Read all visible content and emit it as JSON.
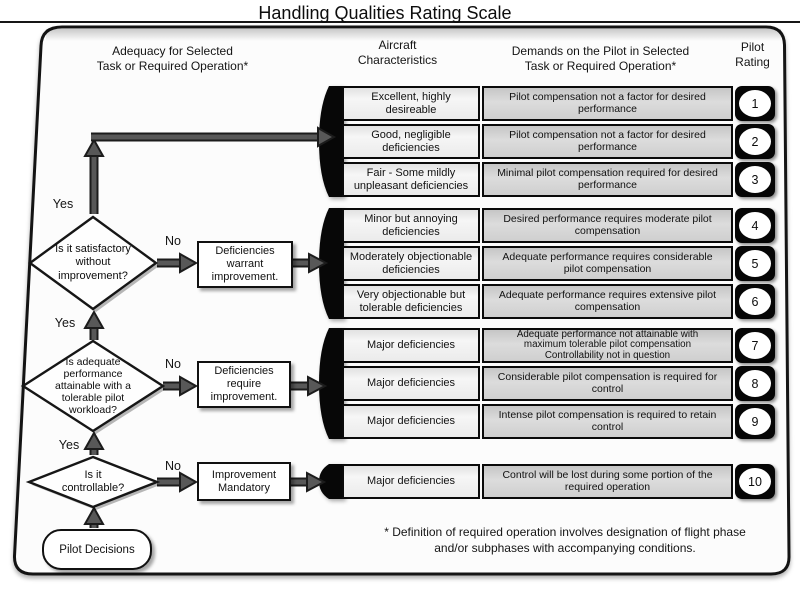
{
  "title": "Handling Qualities Rating Scale",
  "headers": {
    "adequacy": "Adequacy for Selected\nTask or Required Operation*",
    "aircraft": "Aircraft\nCharacteristics",
    "demands": "Demands on the Pilot in Selected\nTask or Required Operation*",
    "rating": "Pilot\nRating"
  },
  "flow": {
    "yes": "Yes",
    "no": "No",
    "diamond1": "Is it satisfactory\nwithout\nimprovement?",
    "diamond2": "Is adequate\nperformance\nattainable with a\ntolerable pilot\nworkload?",
    "diamond3": "Is it\ncontrollable?",
    "box1": "Deficiencies\nwarrant\nimprovement.",
    "box2": "Deficiencies\nrequire\nimprovement.",
    "box3": "Improvement\nMandatory",
    "pilot_decisions": "Pilot Decisions"
  },
  "groups": [
    {
      "rows": [
        {
          "characteristic": "Excellent, highly\ndesireable",
          "demand": "Pilot compensation not a factor for desired\nperformance",
          "rating": "1"
        },
        {
          "characteristic": "Good, negligible\ndeficiencies",
          "demand": "Pilot compensation not a factor for desired\nperformance",
          "rating": "2"
        },
        {
          "characteristic": "Fair - Some mildly\nunpleasant deficiencies",
          "demand": "Minimal pilot compensation required for desired\nperformance",
          "rating": "3"
        }
      ]
    },
    {
      "rows": [
        {
          "characteristic": "Minor but annoying\ndeficiencies",
          "demand": "Desired performance requires moderate pilot\ncompensation",
          "rating": "4"
        },
        {
          "characteristic": "Moderately objectionable\ndeficiencies",
          "demand": "Adequate performance requires considerable\npilot compensation",
          "rating": "5"
        },
        {
          "characteristic": "Very objectionable but\ntolerable deficiencies",
          "demand": "Adequate performance requires extensive pilot\ncompensation",
          "rating": "6"
        }
      ]
    },
    {
      "rows": [
        {
          "characteristic": "Major deficiencies",
          "demand": "Adequate performance not attainable with\nmaximum tolerable pilot compensation\nControllability not in question",
          "rating": "7"
        },
        {
          "characteristic": "Major deficiencies",
          "demand": "Considerable pilot compensation is required for\ncontrol",
          "rating": "8"
        },
        {
          "characteristic": "Major deficiencies",
          "demand": "Intense pilot compensation is required to retain\ncontrol",
          "rating": "9"
        }
      ]
    },
    {
      "rows": [
        {
          "characteristic": "Major deficiencies",
          "demand": "Control will be lost during some portion of the\nrequired operation",
          "rating": "10"
        }
      ]
    }
  ],
  "footnote": "* Definition of required operation involves designation of flight phase\nand/or subphases with accompanying conditions.",
  "colors": {
    "frame_fill": "#fcfcfc",
    "black": "#0a0a0a",
    "arrow_gray": "#585858",
    "char_cell": "#efefef",
    "demand_cell": "#d4d4d4"
  }
}
